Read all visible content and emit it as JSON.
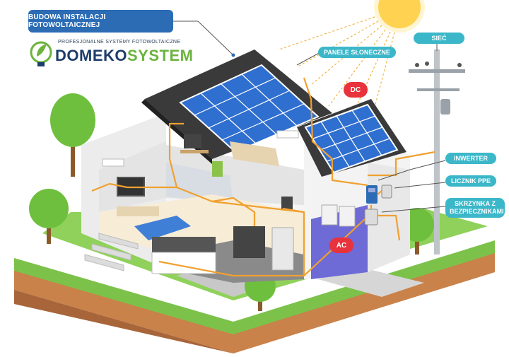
{
  "title": "BUDOWA INSTALACJI FOTOWOLTAICZNEJ",
  "logo": {
    "tagline": "PROFESJONALNE SYSTEMY FOTOWOLTAICZNE",
    "name_part1": "DOMEKO",
    "name_part2": "SYSTEM"
  },
  "labels": {
    "panels": "PANELE SŁONECZNE",
    "grid": "SIEĆ",
    "inverter": "INWERTER",
    "meter": "LICZNIK PPE",
    "fusebox": "SKRZYNKA Z BEZPIECZNIKAMI"
  },
  "badges": {
    "dc": "DC",
    "ac": "AC"
  },
  "colors": {
    "title_bg": "#2b6cb5",
    "label_bg": "#3bb7c9",
    "badge_bg": "#e8323c",
    "cable": "#f0a030",
    "panel": "#2f6fd0",
    "roof": "#3a3a3a",
    "grass": "#7cc24a",
    "soil": "#c9824a",
    "sun": "#ffc93c"
  },
  "icons": [
    "sun-icon",
    "logo-leaf-icon",
    "power-pole-icon",
    "tree-icon"
  ]
}
